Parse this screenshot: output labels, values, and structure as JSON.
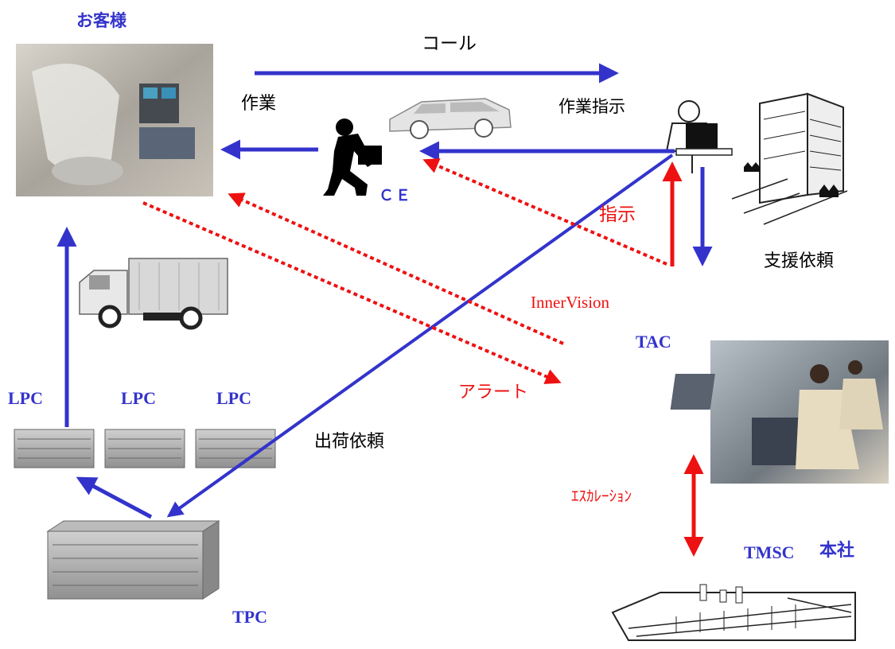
{
  "labels": {
    "customer": "お客様",
    "call": "コール",
    "work": "作業",
    "work_instruction": "作業指示",
    "ce": "ＣＥ",
    "instruction": "指示",
    "support_request": "支援依頼",
    "innervision": "InnerVision",
    "tac": "TAC",
    "lpc_1": "LPC",
    "lpc_2": "LPC",
    "lpc_3": "LPC",
    "alert": "アラート",
    "shipping_request": "出荷依頼",
    "escalation": "ｴｽｶﾚｰｼｮﾝ",
    "tmsc": "TMSC",
    "head_office": "本社",
    "tpc": "TPC"
  },
  "colors": {
    "flow_blue": "#3333cc",
    "alert_red": "#ee1111",
    "label_blue": "#3333cc",
    "text_black": "#000000"
  },
  "icons": {
    "customer_site": "hospital-equipment-photo",
    "service_engineer": "running-engineer-icon",
    "service_car": "car-icon",
    "dispatcher": "operator-at-desk-icon",
    "office": "office-building-icon",
    "truck": "delivery-truck-icon",
    "parts_center": "server-rack-icon",
    "tac_center": "call-center-photo",
    "factory": "factory-icon"
  }
}
